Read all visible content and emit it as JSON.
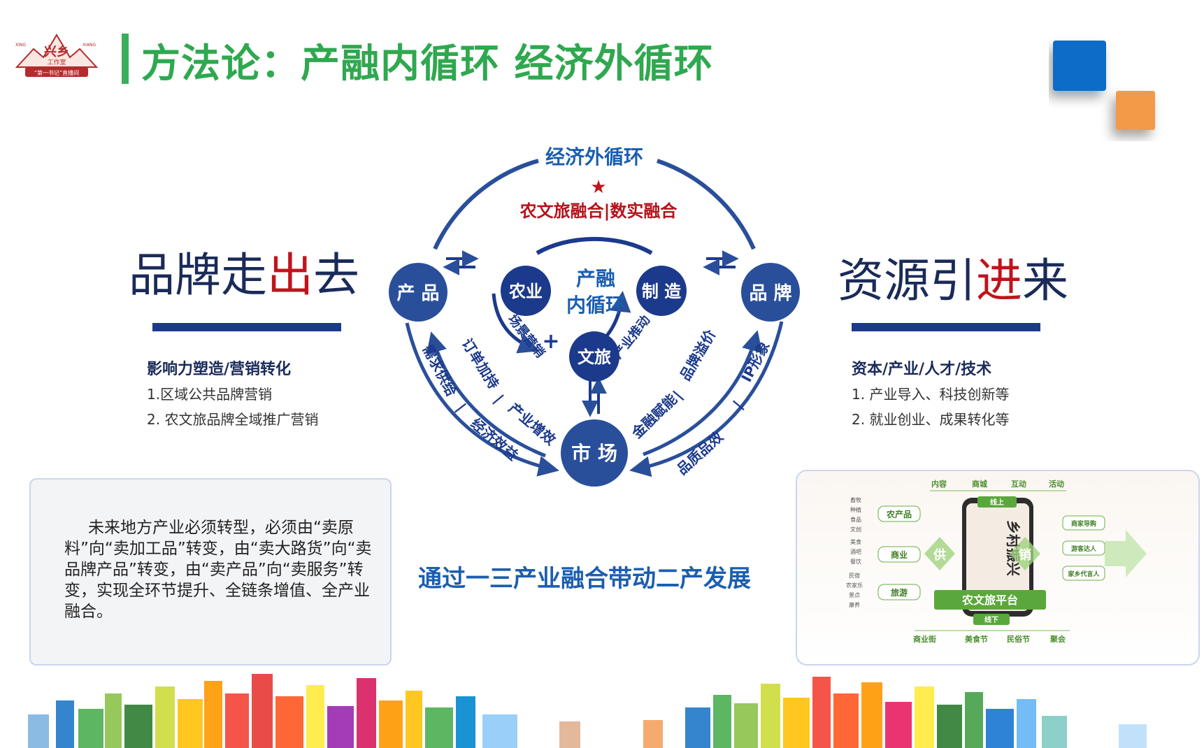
{
  "header": {
    "title": "方法论：产融内循环 经济外循环",
    "logo_text_main": "兴乡",
    "logo_text_sub": "工作室",
    "logo_side_left": "XING",
    "logo_side_right": "XIANG",
    "logo_ribbon": "“第一书记”直播间"
  },
  "left_panel": {
    "headline_pre": "品牌走",
    "headline_hl": "出",
    "headline_post": "去",
    "subhead": "影响力塑造/营销转化",
    "items": [
      "1.区域公共品牌营销",
      "2. 农文旅品牌全域推广营销"
    ],
    "quote": "未来地方产业必须转型，必须由“卖原料”向“卖加工品”转变，由“卖大路货”向“卖品牌产品”转变，由“卖产品”向“卖服务”转变，实现全环节提升、全链条增值、全产业融合。"
  },
  "right_panel": {
    "headline_pre": "资源引",
    "headline_hl": "进",
    "headline_post": "来",
    "subhead": "资本/产业/人才/技术",
    "items": [
      "1. 产业导入、科技创新等",
      "2. 就业创业、成果转化等"
    ]
  },
  "diagram": {
    "outer_title": "经济外循环",
    "outer_subtitle": "农文旅融合|数实融合",
    "inner_title_1": "产融",
    "inner_title_2": "内循环",
    "nodes": {
      "product": "产 品",
      "agriculture": "农业",
      "manufacturing": "制 造",
      "brand": "品 牌",
      "culture_tourism": "文旅",
      "market": "市 场"
    },
    "labels": {
      "order_support": "订单加持",
      "industry_gain": "产业增效",
      "demand_supply": "需求供给",
      "economic_benefit": "经济效益",
      "scene_marketing": "场景营销",
      "industry_drive": "产业推动",
      "brand_premium": "品牌溢价",
      "financial_empower": "金融赋能",
      "ip_image": "IP形象",
      "quality_efficiency": "品质品效"
    },
    "plus_sign": "+",
    "star": "★",
    "separator": "|",
    "caption": "通过一三产业融合带动二产发展"
  },
  "platform": {
    "top_labels": [
      "内容",
      "商城",
      "互动",
      "活动"
    ],
    "left_small": [
      "畜牧",
      "种植",
      "食品",
      "文创",
      "美食",
      "酒吧",
      "餐饮",
      "民宿",
      "农家乐",
      "景点",
      "康养"
    ],
    "left_boxes": [
      "农产品",
      "商业",
      "旅游"
    ],
    "supply": "供",
    "sales": "销",
    "online": "线上",
    "offline": "线下",
    "phone_text": "乡村振兴",
    "platform_name": "农文旅平台",
    "right_boxes": [
      "商家导购",
      "游客达人",
      "家乡代言人"
    ],
    "bottom_labels": [
      "商业街",
      "美食节",
      "民俗节",
      "聚会"
    ]
  },
  "colors": {
    "title_green": "#2fa84f",
    "navy": "#1a2b59",
    "accent_red": "#c0141b",
    "node_blue": "#2a4f9a",
    "node_dark": "#1c3a8c",
    "square_blue": "#0f6cc7",
    "square_orange": "#f39a4a",
    "platform_green": "#5aa83c"
  }
}
